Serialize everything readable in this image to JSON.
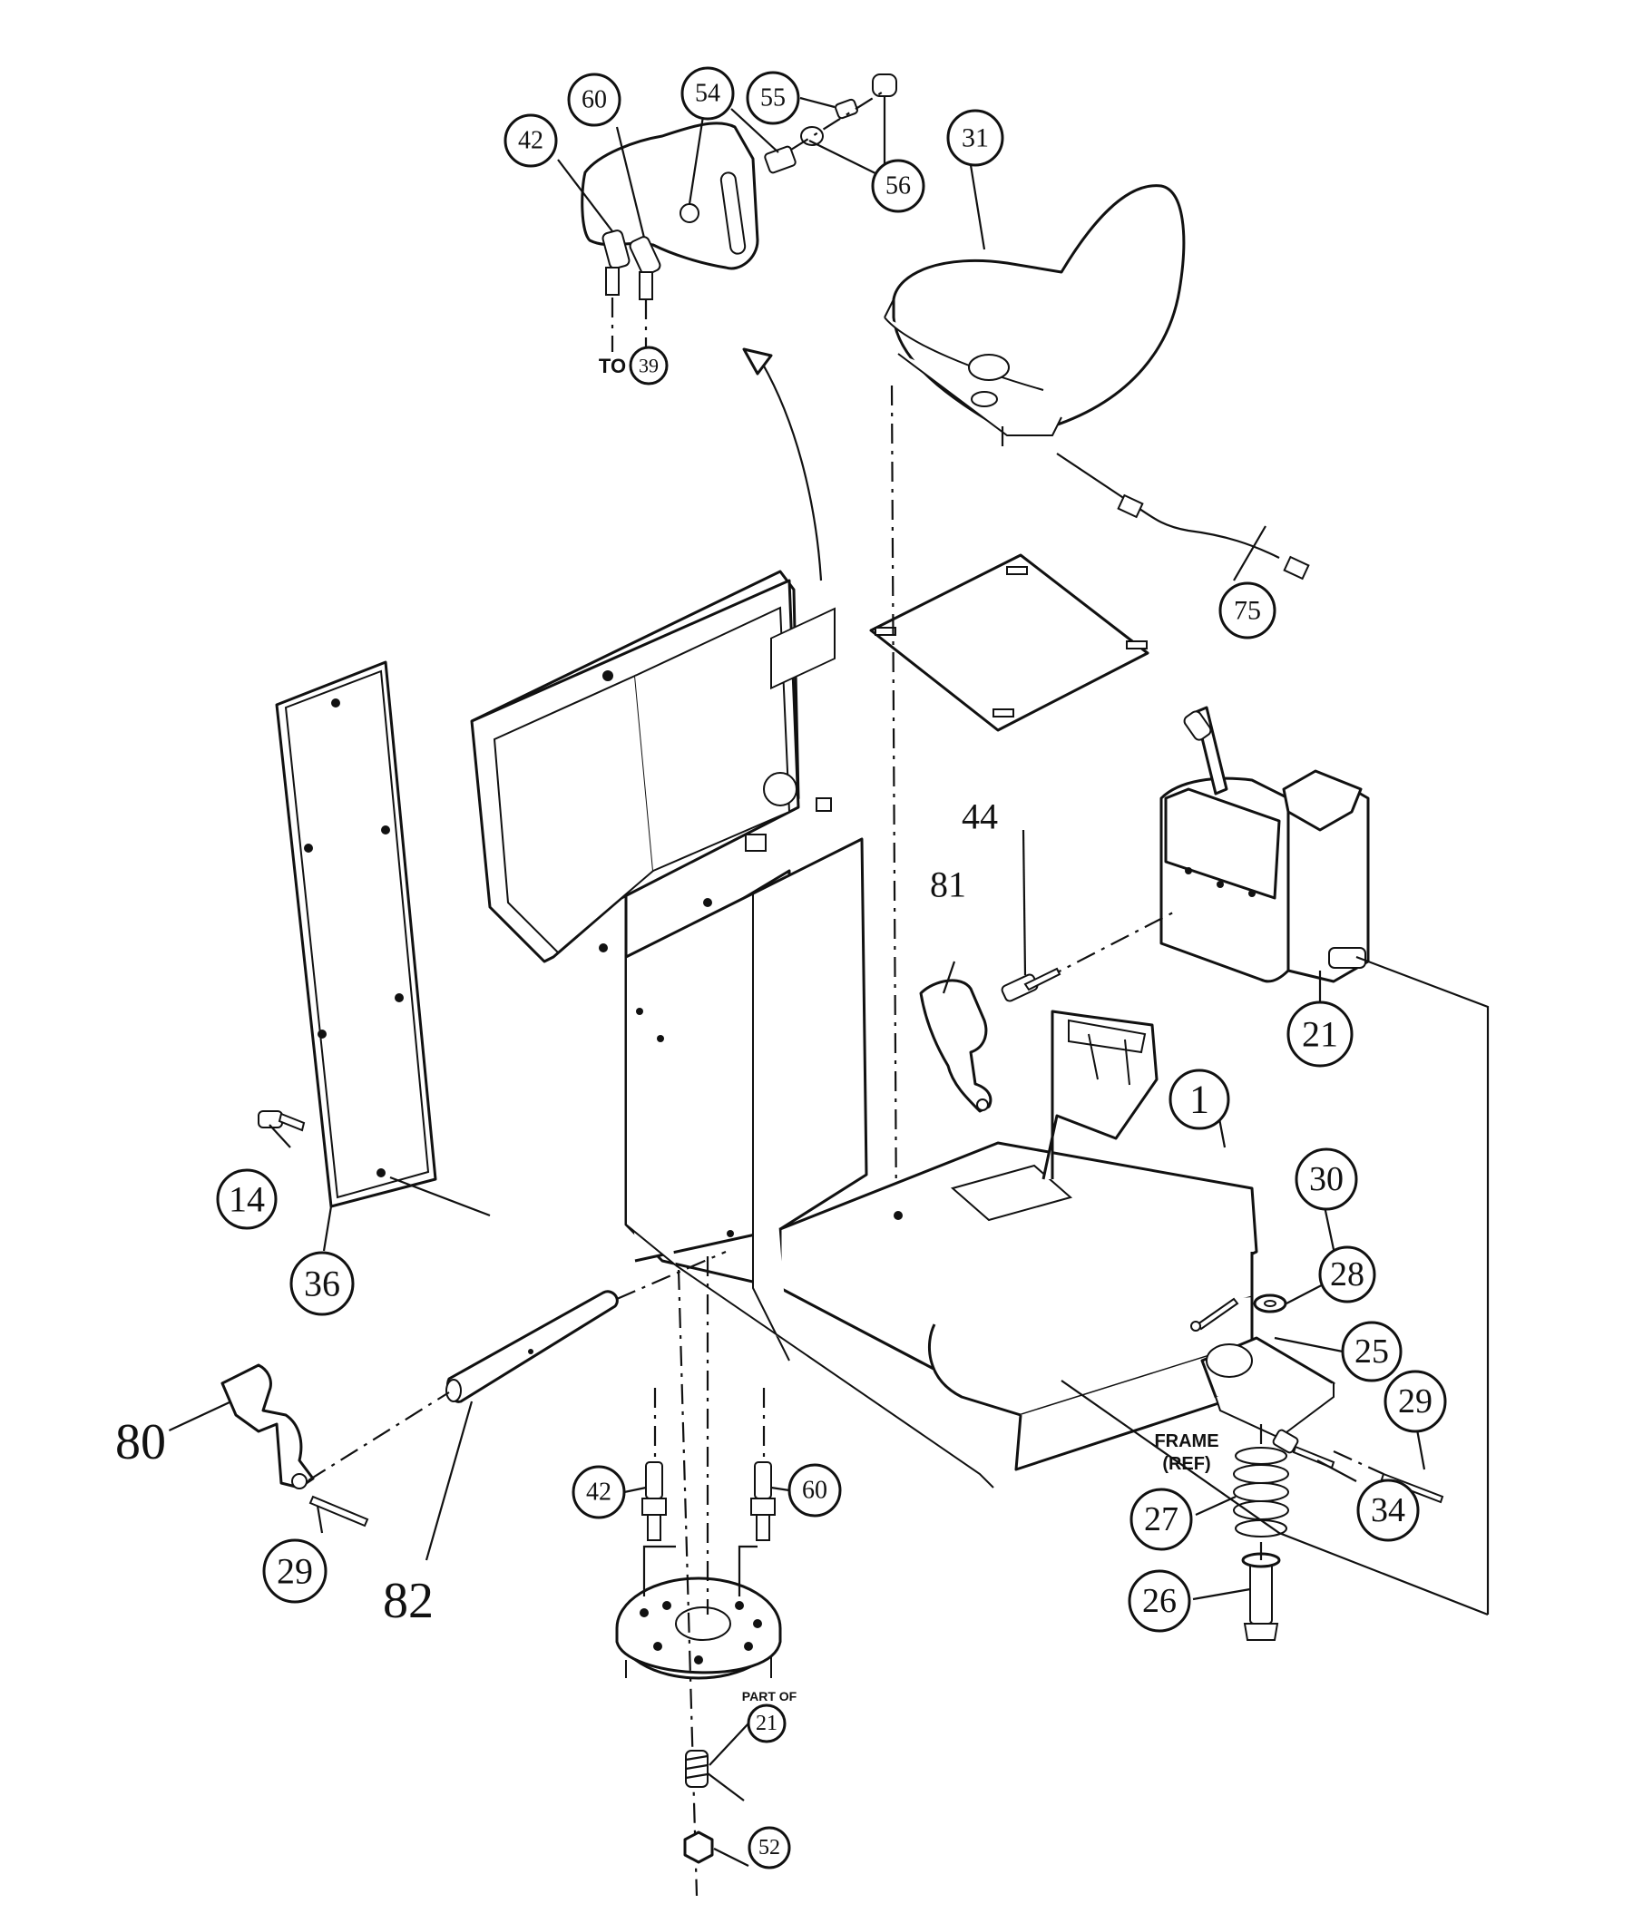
{
  "callouts": [
    {
      "id": "c1",
      "label": "1"
    },
    {
      "id": "c14",
      "label": "14"
    },
    {
      "id": "c21a",
      "label": "21"
    },
    {
      "id": "c21b",
      "label": "21"
    },
    {
      "id": "c25",
      "label": "25"
    },
    {
      "id": "c26",
      "label": "26"
    },
    {
      "id": "c27",
      "label": "27"
    },
    {
      "id": "c28",
      "label": "28"
    },
    {
      "id": "c29a",
      "label": "29"
    },
    {
      "id": "c29b",
      "label": "29"
    },
    {
      "id": "c30",
      "label": "30"
    },
    {
      "id": "c31",
      "label": "31"
    },
    {
      "id": "c34",
      "label": "34"
    },
    {
      "id": "c36",
      "label": "36"
    },
    {
      "id": "c39",
      "label": "39"
    },
    {
      "id": "c42a",
      "label": "42"
    },
    {
      "id": "c42b",
      "label": "42"
    },
    {
      "id": "c44",
      "label": "44"
    },
    {
      "id": "c52",
      "label": "52"
    },
    {
      "id": "c54",
      "label": "54"
    },
    {
      "id": "c55",
      "label": "55"
    },
    {
      "id": "c56",
      "label": "56"
    },
    {
      "id": "c60a",
      "label": "60"
    },
    {
      "id": "c60b",
      "label": "60"
    },
    {
      "id": "c75",
      "label": "75"
    },
    {
      "id": "c80",
      "label": "80"
    },
    {
      "id": "c81",
      "label": "81"
    },
    {
      "id": "c82",
      "label": "82"
    }
  ],
  "notes": {
    "to": "TO",
    "part_of": "PART OF",
    "frame": "FRAME",
    "ref": "(REF)"
  }
}
